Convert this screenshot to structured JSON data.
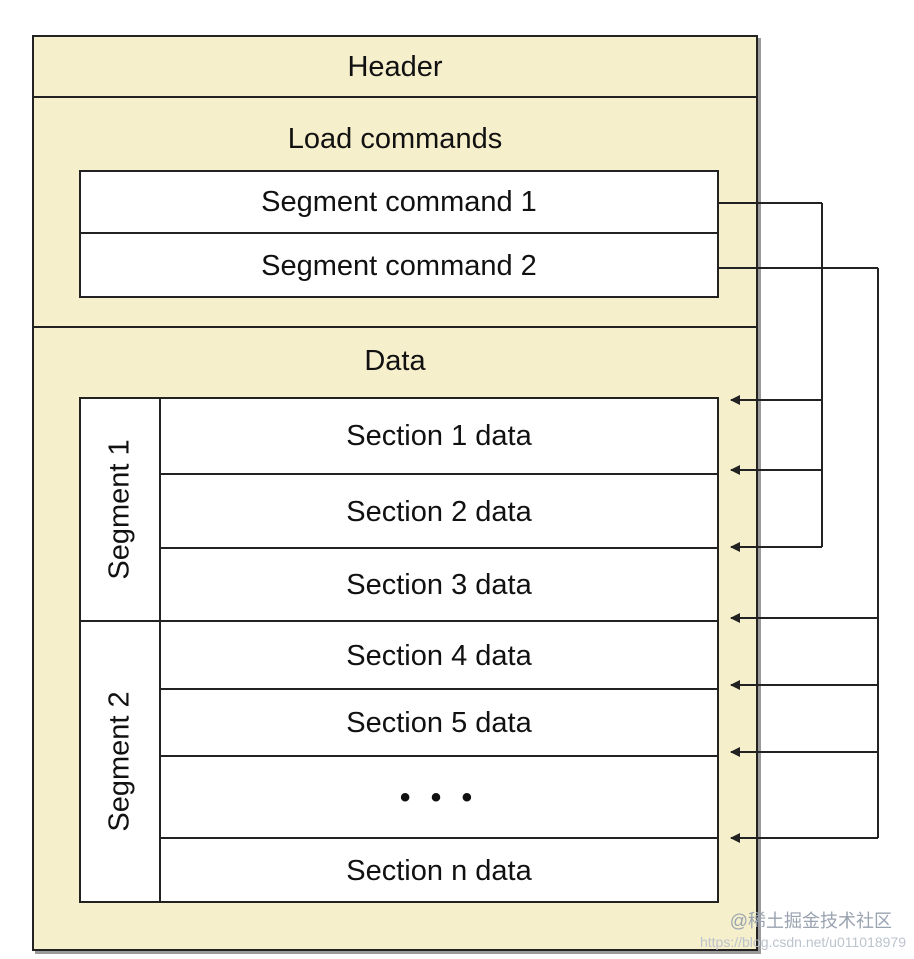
{
  "header_label": "Header",
  "load_commands": {
    "title": "Load commands",
    "items": [
      "Segment command 1",
      "Segment command 2"
    ]
  },
  "data_region": {
    "title": "Data",
    "segments": [
      {
        "label": "Segment  1",
        "sections": [
          "Section 1 data",
          "Section 2 data",
          "Section 3 data"
        ]
      },
      {
        "label": "Segment  2",
        "sections": [
          "Section 4 data",
          "Section 5 data",
          "• • •",
          "Section n data"
        ]
      }
    ]
  },
  "watermark": {
    "primary": "@稀土掘金技术社区",
    "secondary": "https://blog.csdn.net/u011018979"
  }
}
